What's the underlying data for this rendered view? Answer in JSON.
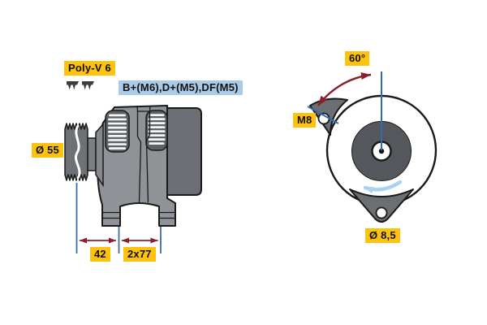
{
  "diagram": {
    "side_view": {
      "belt_type_label": "Poly-V 6",
      "terminals_label": "B+(M6),D+(M5),DF(M5)",
      "pulley_diameter_label": "Ø 55",
      "dimension_a_label": "42",
      "dimension_b_label": "2x77"
    },
    "front_view": {
      "mounting_angle_label": "60°",
      "thread_size_label": "M8",
      "mounting_hole_diameter_label": "Ø 8,5"
    },
    "colors": {
      "label_yellow": "#FCC20E",
      "label_blue": "#A9CBE8",
      "dimension_line_blue": "#3A6EA5",
      "dimension_arrow_red": "#8B1E2D",
      "rotation_arrow_blue": "#A9D2F2",
      "body_gray": "#8F9398",
      "housing_dark_gray": "#6B6E72"
    }
  }
}
